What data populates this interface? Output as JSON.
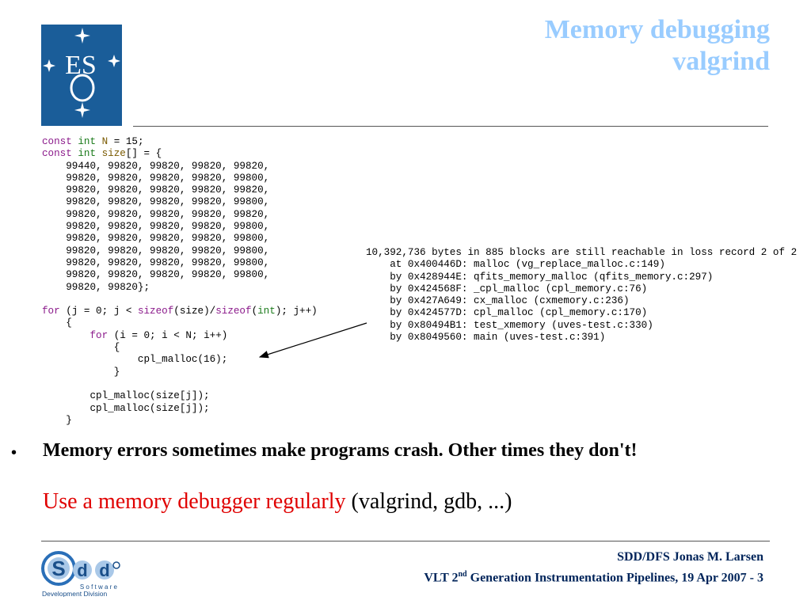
{
  "header": {
    "title_line1": "Memory debugging",
    "title_line2": "valgrind",
    "eso_logo_text": "ESO"
  },
  "code_left": {
    "lines": [
      "const int N = 15;",
      "const int size[] = {",
      "    99440, 99820, 99820, 99820, 99820,",
      "    99820, 99820, 99820, 99820, 99800,",
      "    99820, 99820, 99820, 99820, 99820,",
      "    99820, 99820, 99820, 99820, 99800,",
      "    99820, 99820, 99820, 99820, 99820,",
      "    99820, 99820, 99820, 99820, 99800,",
      "    99820, 99820, 99820, 99820, 99800,",
      "    99820, 99820, 99820, 99820, 99800,",
      "    99820, 99820, 99820, 99820, 99800,",
      "    99820, 99820, 99820, 99820, 99800,",
      "    99820, 99820};",
      "",
      "for (j = 0; j < sizeof(size)/sizeof(int); j++)",
      "    {",
      "        for (i = 0; i < N; i++)",
      "            {",
      "                cpl_malloc(16);",
      "            }",
      "",
      "        cpl_malloc(size[j]);",
      "        cpl_malloc(size[j]);",
      "    }"
    ]
  },
  "code_right": {
    "lines": [
      "10,392,736 bytes in 885 blocks are still reachable in loss record 2 of 2",
      "    at 0x400446D: malloc (vg_replace_malloc.c:149)",
      "    by 0x428944E: qfits_memory_malloc (qfits_memory.c:297)",
      "    by 0x424568F: _cpl_malloc (cpl_memory.c:76)",
      "    by 0x427A649: cx_malloc (cxmemory.c:236)",
      "    by 0x424577D: cpl_malloc (cpl_memory.c:170)",
      "    by 0x80494B1: test_xmemory (uves-test.c:330)",
      "    by 0x8049560: main (uves-test.c:391)"
    ]
  },
  "bullet": {
    "symbol": "•",
    "text": "Memory errors sometimes make programs crash. Other times they don't!"
  },
  "advice": {
    "red_text": "Use a memory debugger regularly",
    "rest_text": " (valgrind, gdb, ...)"
  },
  "sdd_logo": {
    "letters": "Sdd",
    "line1": "S o f t w a r e",
    "line2": "Development Division"
  },
  "footer": {
    "line1": "SDD/DFS Jonas M. Larsen",
    "line2_a": "VLT 2",
    "line2_sup": "nd",
    "line2_b": " Generation Instrumentation Pipelines, 19 Apr 2007 - 3"
  },
  "colors": {
    "title": "#99ccff",
    "eso_blue": "#1a5d99",
    "advice_red": "#e00000",
    "footer_navy": "#00245a"
  }
}
